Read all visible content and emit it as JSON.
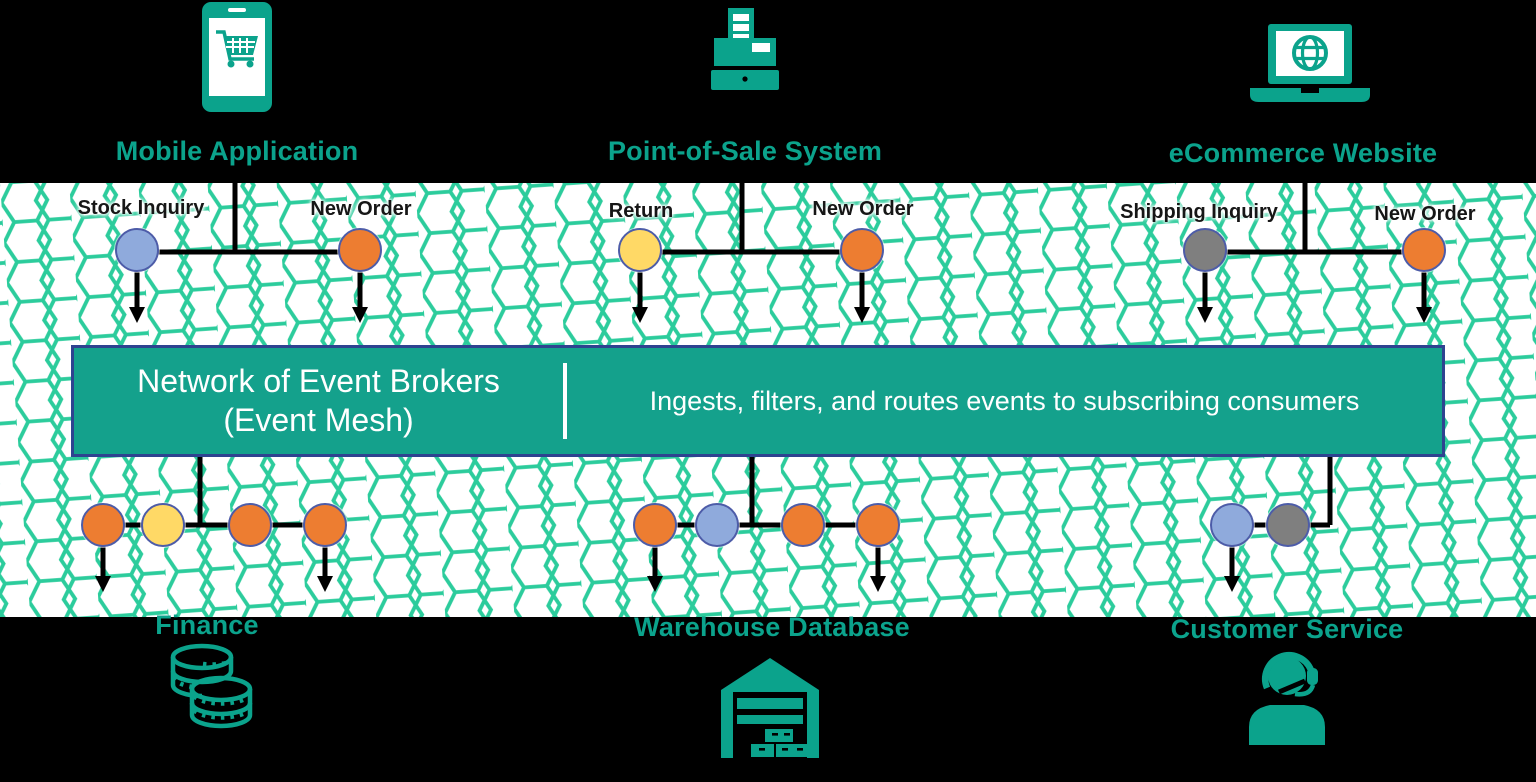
{
  "colors": {
    "teal_icon": "#0ba38c",
    "mesh_line": "#2ccc9c",
    "banner_fill": "#14a18c",
    "banner_border": "#2e4390",
    "dot_border": "#4d5ca8",
    "orange": "#ED7D31",
    "yellow": "#FFD966",
    "blue": "#8FAADC",
    "gray": "#7F7F7F"
  },
  "producers": [
    {
      "label": "Mobile Application",
      "icon": "smartphone-cart-icon",
      "events": [
        {
          "label": "Stock Inquiry",
          "color": "#8FAADC"
        },
        {
          "label": "New Order",
          "color": "#ED7D31"
        }
      ]
    },
    {
      "label": "Point-of-Sale System",
      "icon": "cash-register-icon",
      "events": [
        {
          "label": "Return",
          "color": "#FFD966"
        },
        {
          "label": "New Order",
          "color": "#ED7D31"
        }
      ]
    },
    {
      "label": "eCommerce Website",
      "icon": "laptop-globe-icon",
      "events": [
        {
          "label": "Shipping Inquiry",
          "color": "#7F7F7F"
        },
        {
          "label": "New Order",
          "color": "#ED7D31"
        }
      ]
    }
  ],
  "banner": {
    "title": "Network of Event Brokers",
    "subtitle": "(Event Mesh)",
    "description": "Ingests, filters, and routes events to subscribing consumers"
  },
  "consumers": [
    {
      "label": "Finance",
      "icon": "coins-icon",
      "events": [
        "#ED7D31",
        "#FFD966",
        "#ED7D31",
        "#ED7D31"
      ]
    },
    {
      "label": "Warehouse Database",
      "icon": "warehouse-icon",
      "events": [
        "#ED7D31",
        "#8FAADC",
        "#ED7D31",
        "#ED7D31"
      ]
    },
    {
      "label": "Customer Service",
      "icon": "headset-agent-icon",
      "events": [
        "#8FAADC",
        "#7F7F7F"
      ]
    }
  ]
}
